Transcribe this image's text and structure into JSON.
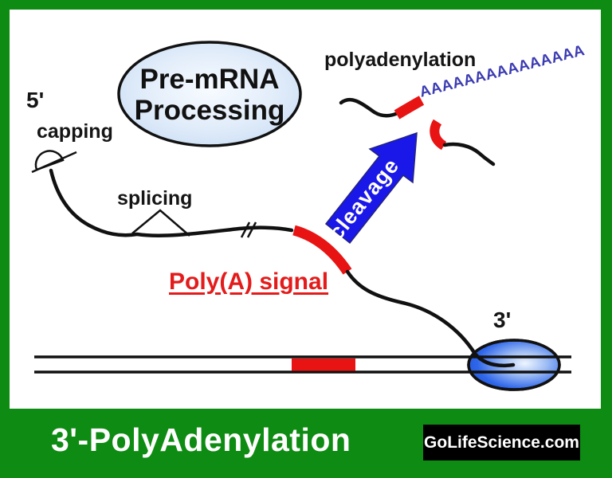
{
  "colors": {
    "frame_green": "#0e8b12",
    "signal_red": "#e81414",
    "arrow_blue": "#1a18e8",
    "poly_a_navy": "#3b3bb2",
    "oval_fill_edge": "#cfe0f5",
    "polymerase_blue": "#2e66ea",
    "badge_bg": "#000000"
  },
  "diagram": {
    "oval": {
      "line1": "Pre-mRNA",
      "line2": "Processing"
    },
    "labels": {
      "five_prime": "5'",
      "capping": "capping",
      "splicing": "splicing",
      "polyadenylation": "polyadenylation",
      "poly_a_tail": "AAAAAAAAAAAAAAA",
      "cleavage": "cleavage",
      "poly_a_signal": "Poly(A) signal",
      "three_prime": "3'"
    }
  },
  "footer": {
    "title": "3'-PolyAdenylation",
    "badge": "GoLifeScience.com"
  }
}
